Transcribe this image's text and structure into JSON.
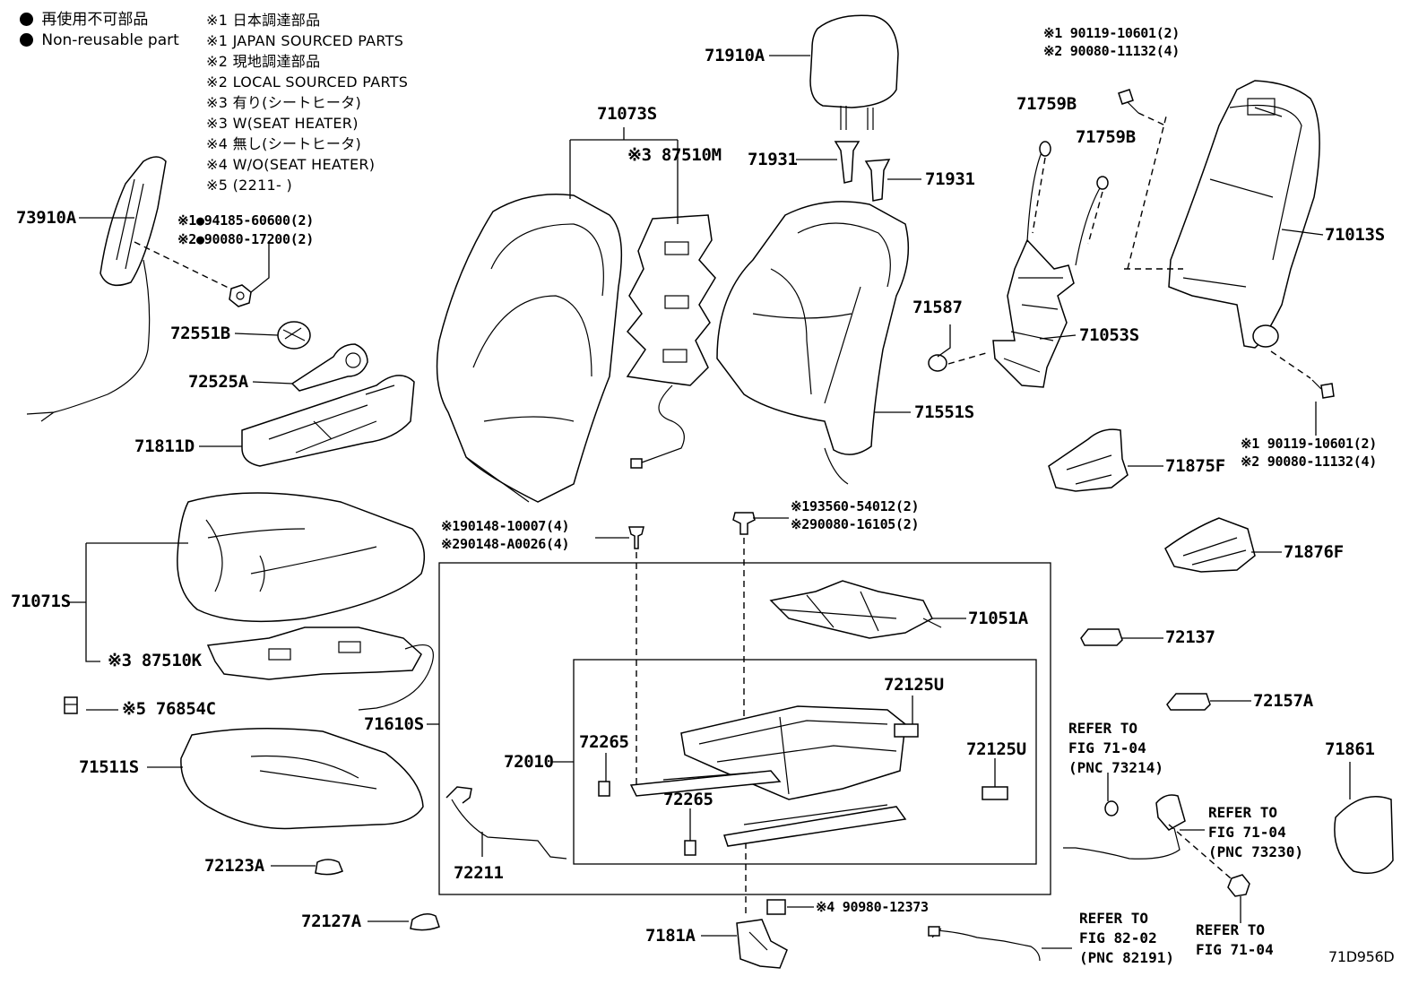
{
  "legend": {
    "items": [
      {
        "bullet": "●",
        "text": "再使用不可部品"
      },
      {
        "bullet": "●",
        "text": "Non-reusable part"
      }
    ]
  },
  "notes": [
    "※1 日本調達部品",
    "※1 JAPAN SOURCED PARTS",
    "※2 現地調達部品",
    "※2 LOCAL SOURCED PARTS",
    "※3 有り(シートヒータ)",
    "※3 W(SEAT HEATER)",
    "※4 無し(シートヒータ)",
    "※4 W/O(SEAT HEATER)",
    "※5 (2211-      )"
  ],
  "labels": {
    "p73910A": "73910A",
    "bolt_a1": "※1●94185-60600(2)",
    "bolt_a2": "※2●90080-17200(2)",
    "p72551B": "72551B",
    "p72525A": "72525A",
    "p71811D": "71811D",
    "p71073S": "71073S",
    "p87510M": "※3 87510M",
    "p71910A": "71910A",
    "p71931a": "71931",
    "p71931b": "71931",
    "bolt_b1": "※1 90119-10601(2)",
    "bolt_b2": "※2 90080-11132(4)",
    "p71759Ba": "71759B",
    "p71759Bb": "71759B",
    "p71013S": "71013S",
    "p71587": "71587",
    "p71053S": "71053S",
    "p71551S": "71551S",
    "bolt_c1": "※1 90119-10601(2)",
    "bolt_c2": "※2 90080-11132(4)",
    "p71875F": "71875F",
    "p71876F": "71876F",
    "p71071S": "71071S",
    "p87510K": "※3 87510K",
    "p76854C": "※5 76854C",
    "p71511S": "71511S",
    "p72123A": "72123A",
    "p72127A": "72127A",
    "bolt_d1": "※190148-10007(4)",
    "bolt_d2": "※290148-A0026(4)",
    "bolt_e1": "※193560-54012(2)",
    "bolt_e2": "※290080-16105(2)",
    "p71051A": "71051A",
    "p71610S": "71610S",
    "p72010": "72010",
    "p72265a": "72265",
    "p72265b": "72265",
    "p72125Ua": "72125U",
    "p72125Ub": "72125U",
    "p72211": "72211",
    "p72137": "72137",
    "p72157A": "72157A",
    "p71861": "71861",
    "p7181A": "7181A",
    "p90980": "※4  90980-12373",
    "diagram_code": "71D956D"
  },
  "refs": {
    "r73214": [
      "REFER TO",
      "FIG 71-04",
      "(PNC 73214)"
    ],
    "r73230": [
      "REFER TO",
      "FIG 71-04",
      "(PNC 73230)"
    ],
    "r82191": [
      "REFER TO",
      "FIG 82-02",
      "(PNC 82191)"
    ],
    "r7104": [
      "REFER TO",
      "FIG 71-04"
    ]
  }
}
